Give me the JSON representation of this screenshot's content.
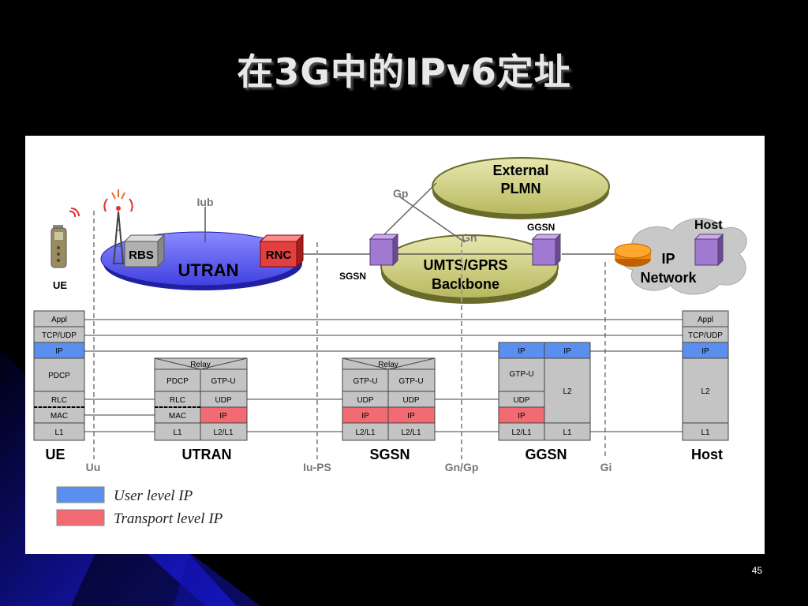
{
  "slide": {
    "title": "在3G中的IPv6定址",
    "number": "45"
  },
  "colors": {
    "user_ip": "#5b8fef",
    "transport_ip": "#f26b73",
    "stack_grey": "#c4c4c4",
    "cloud_grey": "#bcbcbc"
  },
  "network": {
    "utran": "UTRAN",
    "rbs": "RBS",
    "rnc": "RNC",
    "iub": "Iub",
    "ue": "UE",
    "external_line1": "External",
    "external_line2": "PLMN",
    "backbone_line1": "UMTS/GPRS",
    "backbone_line2": "Backbone",
    "gp": "Gp",
    "gn": "Gn",
    "ggsn": "GGSN",
    "sgsn": "SGSN",
    "ipnet_line1": "IP",
    "ipnet_line2": "Network",
    "host": "Host"
  },
  "stacks": {
    "ue": {
      "name": "UE",
      "layers": [
        "Appl",
        "TCP/UDP",
        "IP",
        "PDCP",
        "RLC",
        "MAC",
        "L1"
      ]
    },
    "utran": {
      "name": "UTRAN",
      "relay": "Relay",
      "left": [
        "PDCP",
        "RLC",
        "MAC",
        "L1"
      ],
      "right": [
        "GTP-U",
        "UDP",
        "IP",
        "L2/L1"
      ]
    },
    "sgsn": {
      "name": "SGSN",
      "relay": "Relay",
      "left": [
        "GTP-U",
        "UDP",
        "IP",
        "L2/L1"
      ],
      "right": [
        "GTP-U",
        "UDP",
        "IP",
        "L2/L1"
      ]
    },
    "ggsn": {
      "name": "GGSN",
      "left": [
        "IP",
        "GTP-U",
        "UDP",
        "IP",
        "L2/L1"
      ],
      "right": [
        "IP",
        "L2",
        "L1"
      ]
    },
    "host": {
      "name": "Host",
      "layers": [
        "Appl",
        "TCP/UDP",
        "IP",
        "L2",
        "L1"
      ]
    }
  },
  "interfaces": [
    "Uu",
    "Iu-PS",
    "Gn/Gp",
    "Gi"
  ],
  "legend": [
    {
      "label": "User level IP",
      "color": "#5b8fef"
    },
    {
      "label": "Transport level IP",
      "color": "#f26b73"
    }
  ]
}
